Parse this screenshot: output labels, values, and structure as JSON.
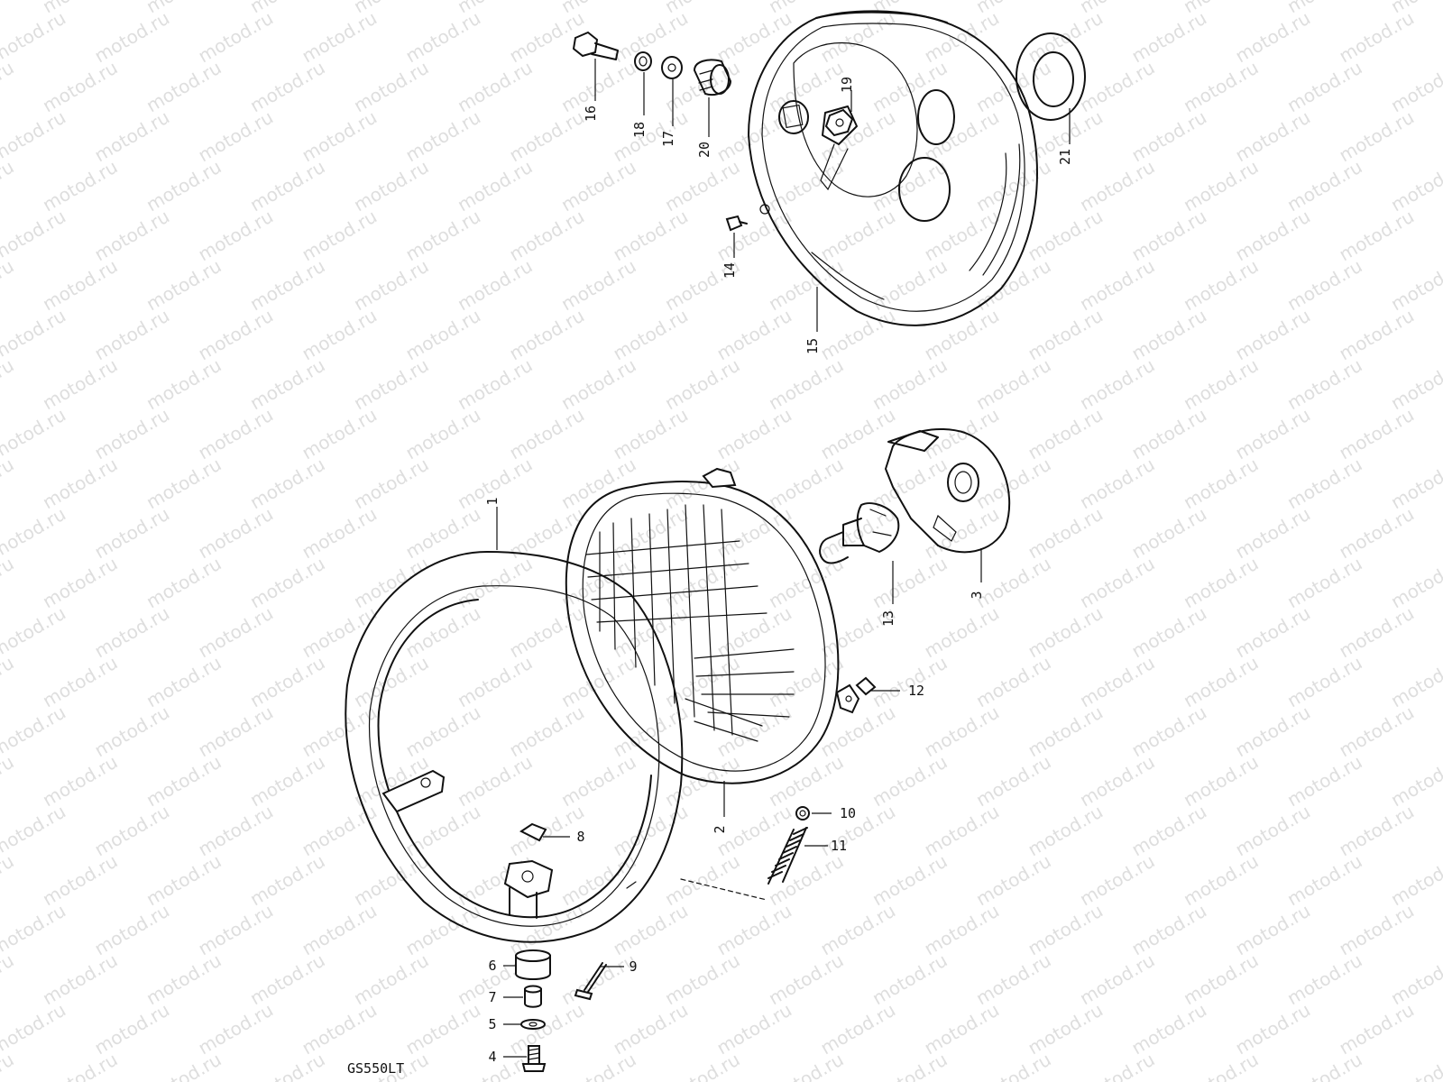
{
  "watermark_text": "motod.ru",
  "diagram_code": "GS550LT",
  "callouts": [
    {
      "id": "16",
      "label": "16"
    },
    {
      "id": "18",
      "label": "18"
    },
    {
      "id": "17",
      "label": "17"
    },
    {
      "id": "20",
      "label": "20"
    },
    {
      "id": "19",
      "label": "19"
    },
    {
      "id": "21",
      "label": "21"
    },
    {
      "id": "14",
      "label": "14"
    },
    {
      "id": "15",
      "label": "15"
    },
    {
      "id": "1",
      "label": "1"
    },
    {
      "id": "2",
      "label": "2"
    },
    {
      "id": "3",
      "label": "3"
    },
    {
      "id": "13",
      "label": "13"
    },
    {
      "id": "12",
      "label": "12"
    },
    {
      "id": "10",
      "label": "10"
    },
    {
      "id": "11",
      "label": "11"
    },
    {
      "id": "8",
      "label": "8"
    },
    {
      "id": "9",
      "label": "9"
    },
    {
      "id": "6",
      "label": "6"
    },
    {
      "id": "7",
      "label": "7"
    },
    {
      "id": "5",
      "label": "5"
    },
    {
      "id": "4",
      "label": "4"
    }
  ]
}
